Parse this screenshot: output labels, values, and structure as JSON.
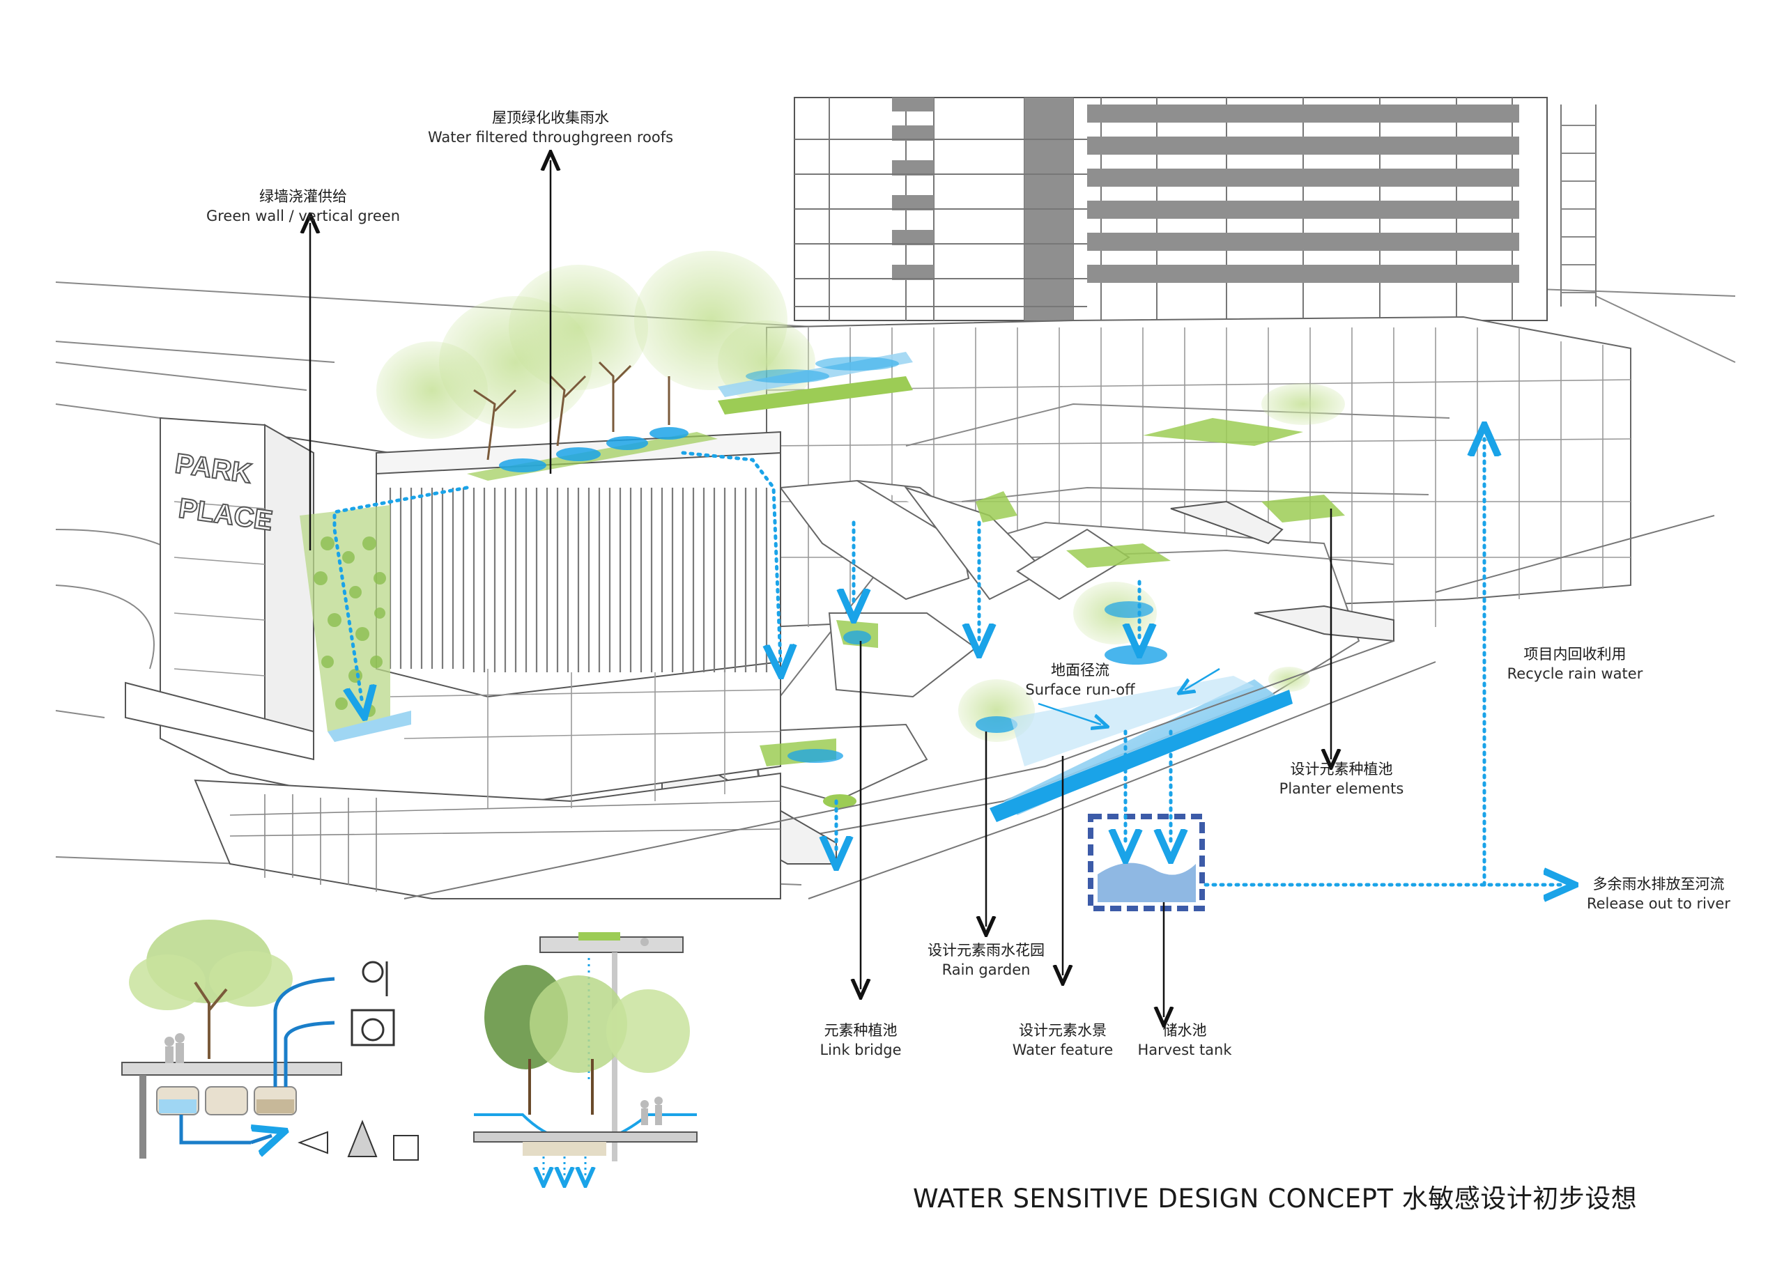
{
  "labels": {
    "green_roof": {
      "zh": "屋顶绿化收集雨水",
      "en": "Water filtered throughgreen roofs"
    },
    "green_wall": {
      "zh": "绿墙浇灌供给",
      "en": "Green wall / vertical green"
    },
    "surface_runoff": {
      "zh": "地面径流",
      "en": "Surface  run-off"
    },
    "recycle": {
      "zh": "项目内回收利用",
      "en": "Recycle rain water"
    },
    "planter": {
      "zh": "设计元素种植池",
      "en": "Planter elements"
    },
    "release": {
      "zh": "多余雨水排放至河流",
      "en": "Release out to river"
    },
    "rain_garden": {
      "zh": "设计元素雨水花园",
      "en": "Rain garden"
    },
    "link_bridge": {
      "zh": "元素种植池",
      "en": "Link bridge"
    },
    "water_feature": {
      "zh": "设计元素水景",
      "en": "Water feature"
    },
    "harvest_tank": {
      "zh": "储水池",
      "en": "Harvest tank"
    }
  },
  "signage": {
    "line1": "PARK",
    "line2": "PLACE"
  },
  "title": "WATER SENSITIVE DESIGN CONCEPT  水敏感设计初步设想",
  "colors": {
    "water": "#1aa3e8",
    "water_light": "#9fd6f3",
    "greenery": "#9ccc55",
    "tree_canopy": "#b9d88a",
    "tree_dark": "#5e8f3a",
    "line": "#777777",
    "tank": "#3c5ba8"
  }
}
